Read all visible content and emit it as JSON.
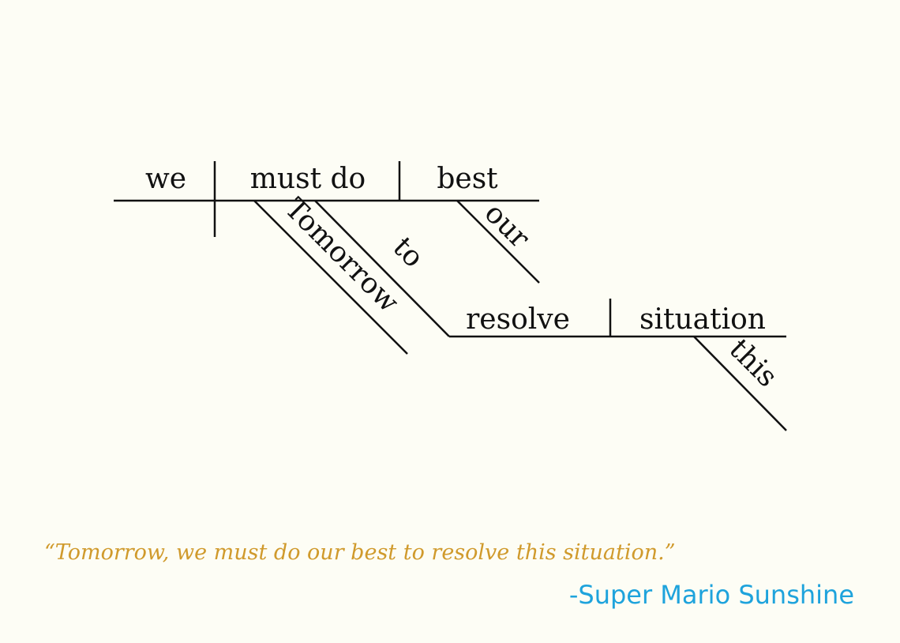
{
  "diagram": {
    "subject": "we",
    "verb": "must do",
    "object": "best",
    "modifier_our": "our",
    "modifier_tomorrow": "Tomorrow",
    "preposition_to": "to",
    "infinitive_verb": "resolve",
    "infinitive_object": "situation",
    "modifier_this": "this"
  },
  "quote": {
    "text": "“Tomorrow, we must do our best to resolve this situation.”",
    "attribution": "-Super Mario Sunshine"
  },
  "colors": {
    "background": "#fdfdf5",
    "lines_and_words": "#111111",
    "quote": "#d09a2c",
    "attribution": "#1ea3dc"
  }
}
